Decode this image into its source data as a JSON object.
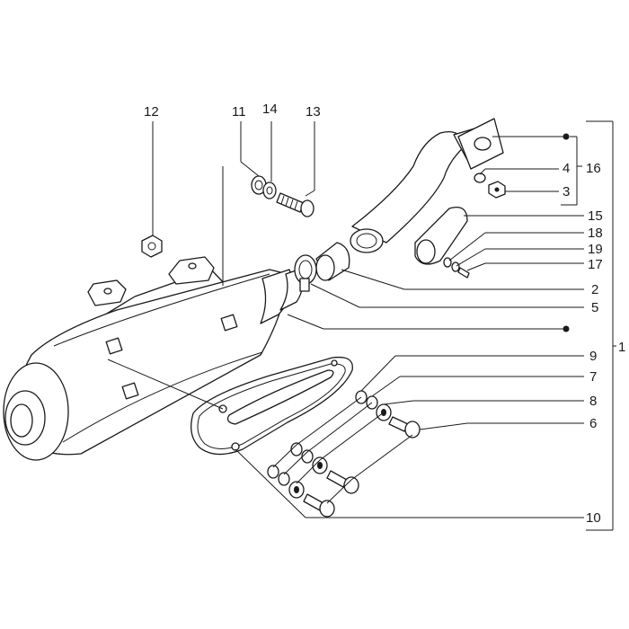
{
  "labels": {
    "l1": "1",
    "l2": "2",
    "l3": "3",
    "l4": "4",
    "l5": "5",
    "l6": "6",
    "l7": "7",
    "l8": "8",
    "l9": "9",
    "l10": "10",
    "l11": "11",
    "l12": "12",
    "l13": "13",
    "l14": "14",
    "l15": "15",
    "l16": "16",
    "l17": "17",
    "l18": "18",
    "l19": "19"
  },
  "colors": {
    "ink": "#1a1a1a",
    "background": "#ffffff"
  }
}
